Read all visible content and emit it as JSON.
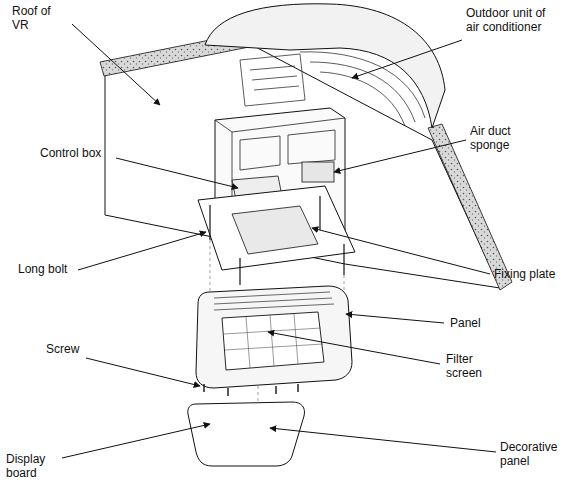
{
  "diagram": {
    "labels": [
      "Roof of VR",
      "Outdoor unit of air conditioner",
      "Air duct sponge",
      "Control box",
      "Long bolt",
      "Fixing plate",
      "Panel",
      "Filter screen",
      "Screw",
      "Display board",
      "Decorative panel"
    ]
  }
}
